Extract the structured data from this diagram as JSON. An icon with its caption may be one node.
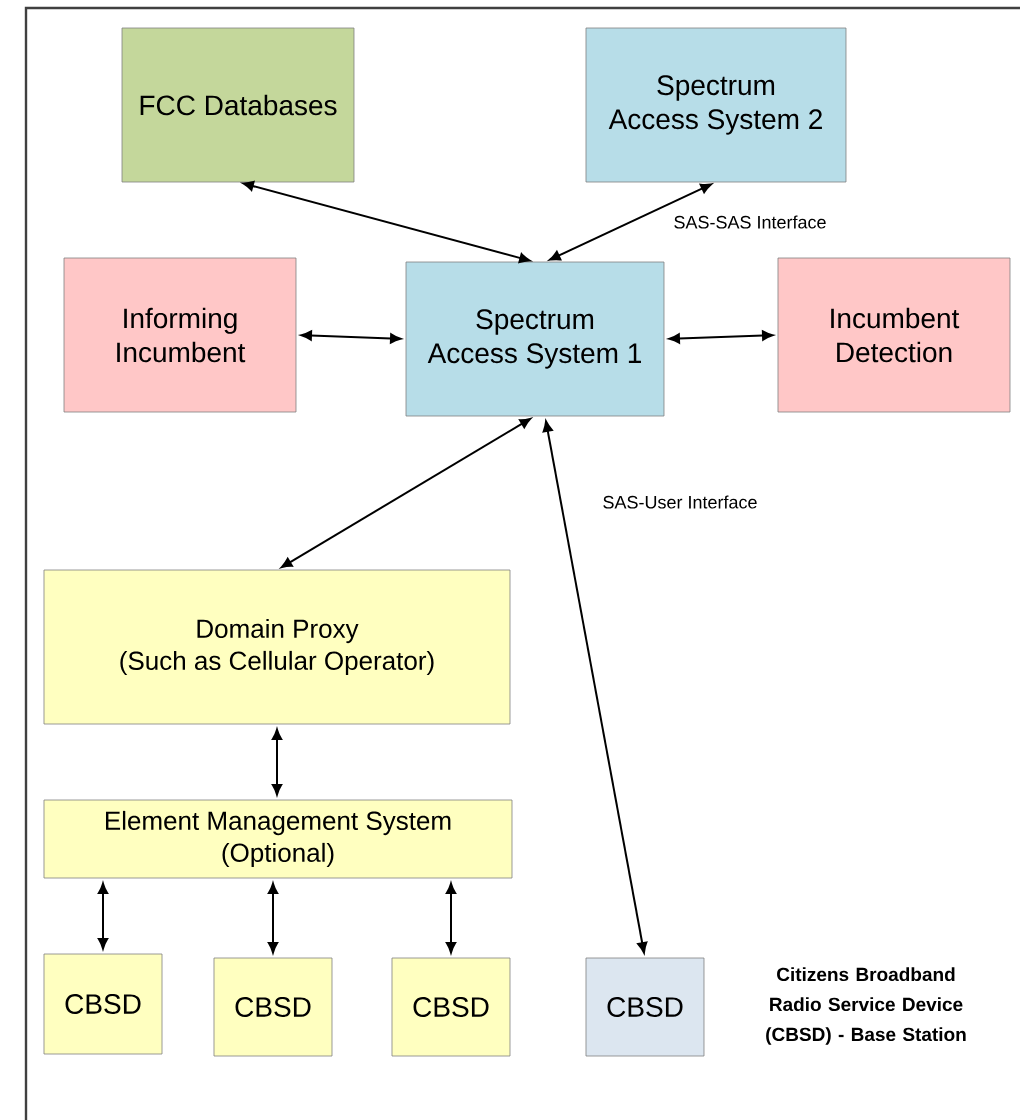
{
  "diagram": {
    "nodes": [
      {
        "text": [
          "FCC Databases"
        ]
      },
      {
        "text": [
          "Spectrum Access System 2"
        ]
      },
      {
        "text": [
          "Informing Incumbent"
        ]
      },
      {
        "text": [
          "Spectrum Access System 1"
        ]
      },
      {
        "text": [
          "Incumbent Detection"
        ]
      },
      {
        "text": [
          "Domain Proxy",
          "(Such as Cellular Operator)"
        ]
      },
      {
        "text": [
          "Element Management System",
          "(Optional)"
        ]
      },
      {
        "text": [
          "CBSD"
        ]
      },
      {
        "text": [
          "CBSD"
        ]
      },
      {
        "text": [
          "CBSD"
        ]
      },
      {
        "text": [
          "CBSD"
        ]
      }
    ],
    "edges": [
      {
        "from": 0,
        "to": 3,
        "arrow": "both"
      },
      {
        "from": 1,
        "to": 3,
        "arrow": "both",
        "label": "SAS-SAS Interface"
      },
      {
        "from": 2,
        "to": 3,
        "arrow": "both"
      },
      {
        "from": 3,
        "to": 4,
        "arrow": "both"
      },
      {
        "from": 3,
        "to": 5,
        "arrow": "both"
      },
      {
        "from": 3,
        "to": 10,
        "arrow": "both",
        "label": "SAS-User Interface"
      },
      {
        "from": 5,
        "to": 6,
        "arrow": "both"
      },
      {
        "from": 6,
        "to": 7,
        "arrow": "both"
      },
      {
        "from": 6,
        "to": 8,
        "arrow": "both"
      },
      {
        "from": 6,
        "to": 9,
        "arrow": "both"
      }
    ],
    "labels": [
      "Citizens Broadband Radio Service Device (CBSD) - Base Station"
    ]
  }
}
